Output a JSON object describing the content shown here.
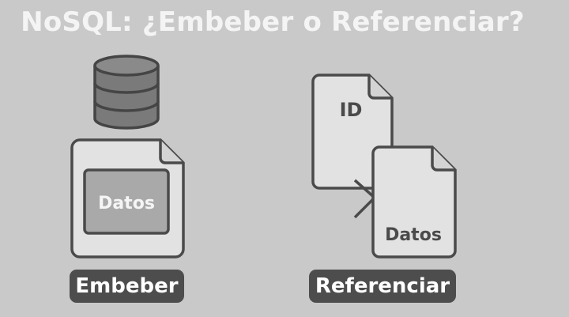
{
  "title": "NoSQL: ¿Embeber o Referenciar?",
  "embed": {
    "icon": "database-icon",
    "data_label": "Datos",
    "caption": "Embeber"
  },
  "reference": {
    "id_label": "ID",
    "data_label": "Datos",
    "caption": "Referenciar"
  },
  "colors": {
    "background": "#c9c9c9",
    "document_fill": "#e2e2e2",
    "outline": "#4a4a4a",
    "inner_box": "#a9a9a9",
    "database": "#7a7a7a",
    "pill": "#4d4d4d"
  }
}
